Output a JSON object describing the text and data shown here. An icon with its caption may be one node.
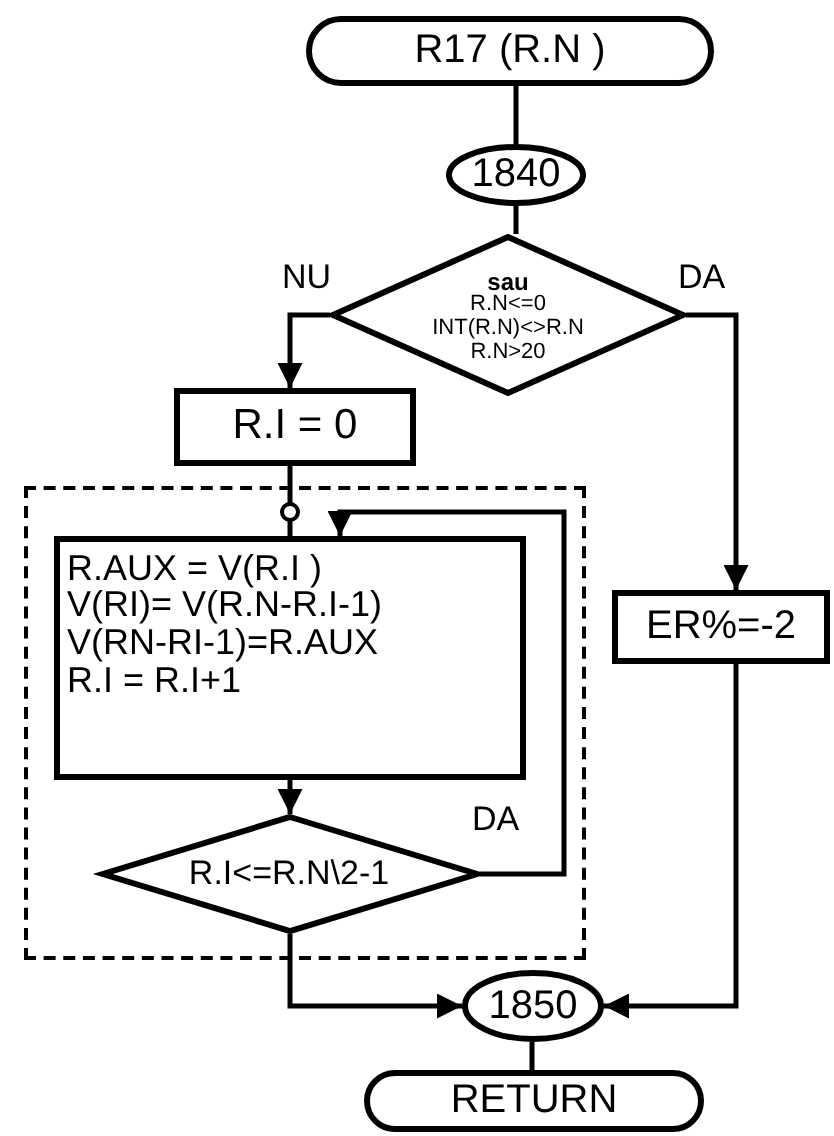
{
  "diagram": {
    "nodes": [
      {
        "text": [
          "R17 (R.N )"
        ]
      },
      {
        "text": [
          "1840"
        ]
      },
      {
        "text": [
          "sau",
          "R.N<=0",
          "INT(R.N)<>R.N",
          "R.N>20"
        ]
      },
      {
        "text": [
          "R.I = 0"
        ]
      },
      {
        "text": [],
        "shape": "box"
      },
      {
        "text": [
          "R.AUX = V(R.I )",
          "V(RI)= V(R.N-R.I-1)",
          "V(RN-RI-1)=R.AUX",
          "R.I = R.I+1"
        ],
        "in": 4
      },
      {
        "text": [
          "R.I<=R.N\\2-1"
        ],
        "in": 4
      },
      {
        "text": [
          "ER%=-2"
        ]
      },
      {
        "text": [
          "1850"
        ]
      },
      {
        "text": [
          "RETURN"
        ]
      }
    ],
    "edges": [
      {
        "from": 0,
        "to": 1,
        "arrow": "none"
      },
      {
        "from": 1,
        "to": 2,
        "arrow": "none"
      },
      {
        "from": 2,
        "to": 3,
        "arrow": "to",
        "label": "NU"
      },
      {
        "from": 2,
        "to": 7,
        "arrow": "to",
        "label": "DA"
      },
      {
        "from": 3,
        "to": 5,
        "arrow": "none"
      },
      {
        "from": 5,
        "to": 6,
        "arrow": "to"
      },
      {
        "from": 6,
        "to": 5,
        "arrow": "to",
        "label": "DA"
      },
      {
        "from": 6,
        "to": 8,
        "arrow": "to"
      },
      {
        "from": 7,
        "to": 8,
        "arrow": "to"
      },
      {
        "from": 8,
        "to": 9,
        "arrow": "none"
      }
    ]
  }
}
